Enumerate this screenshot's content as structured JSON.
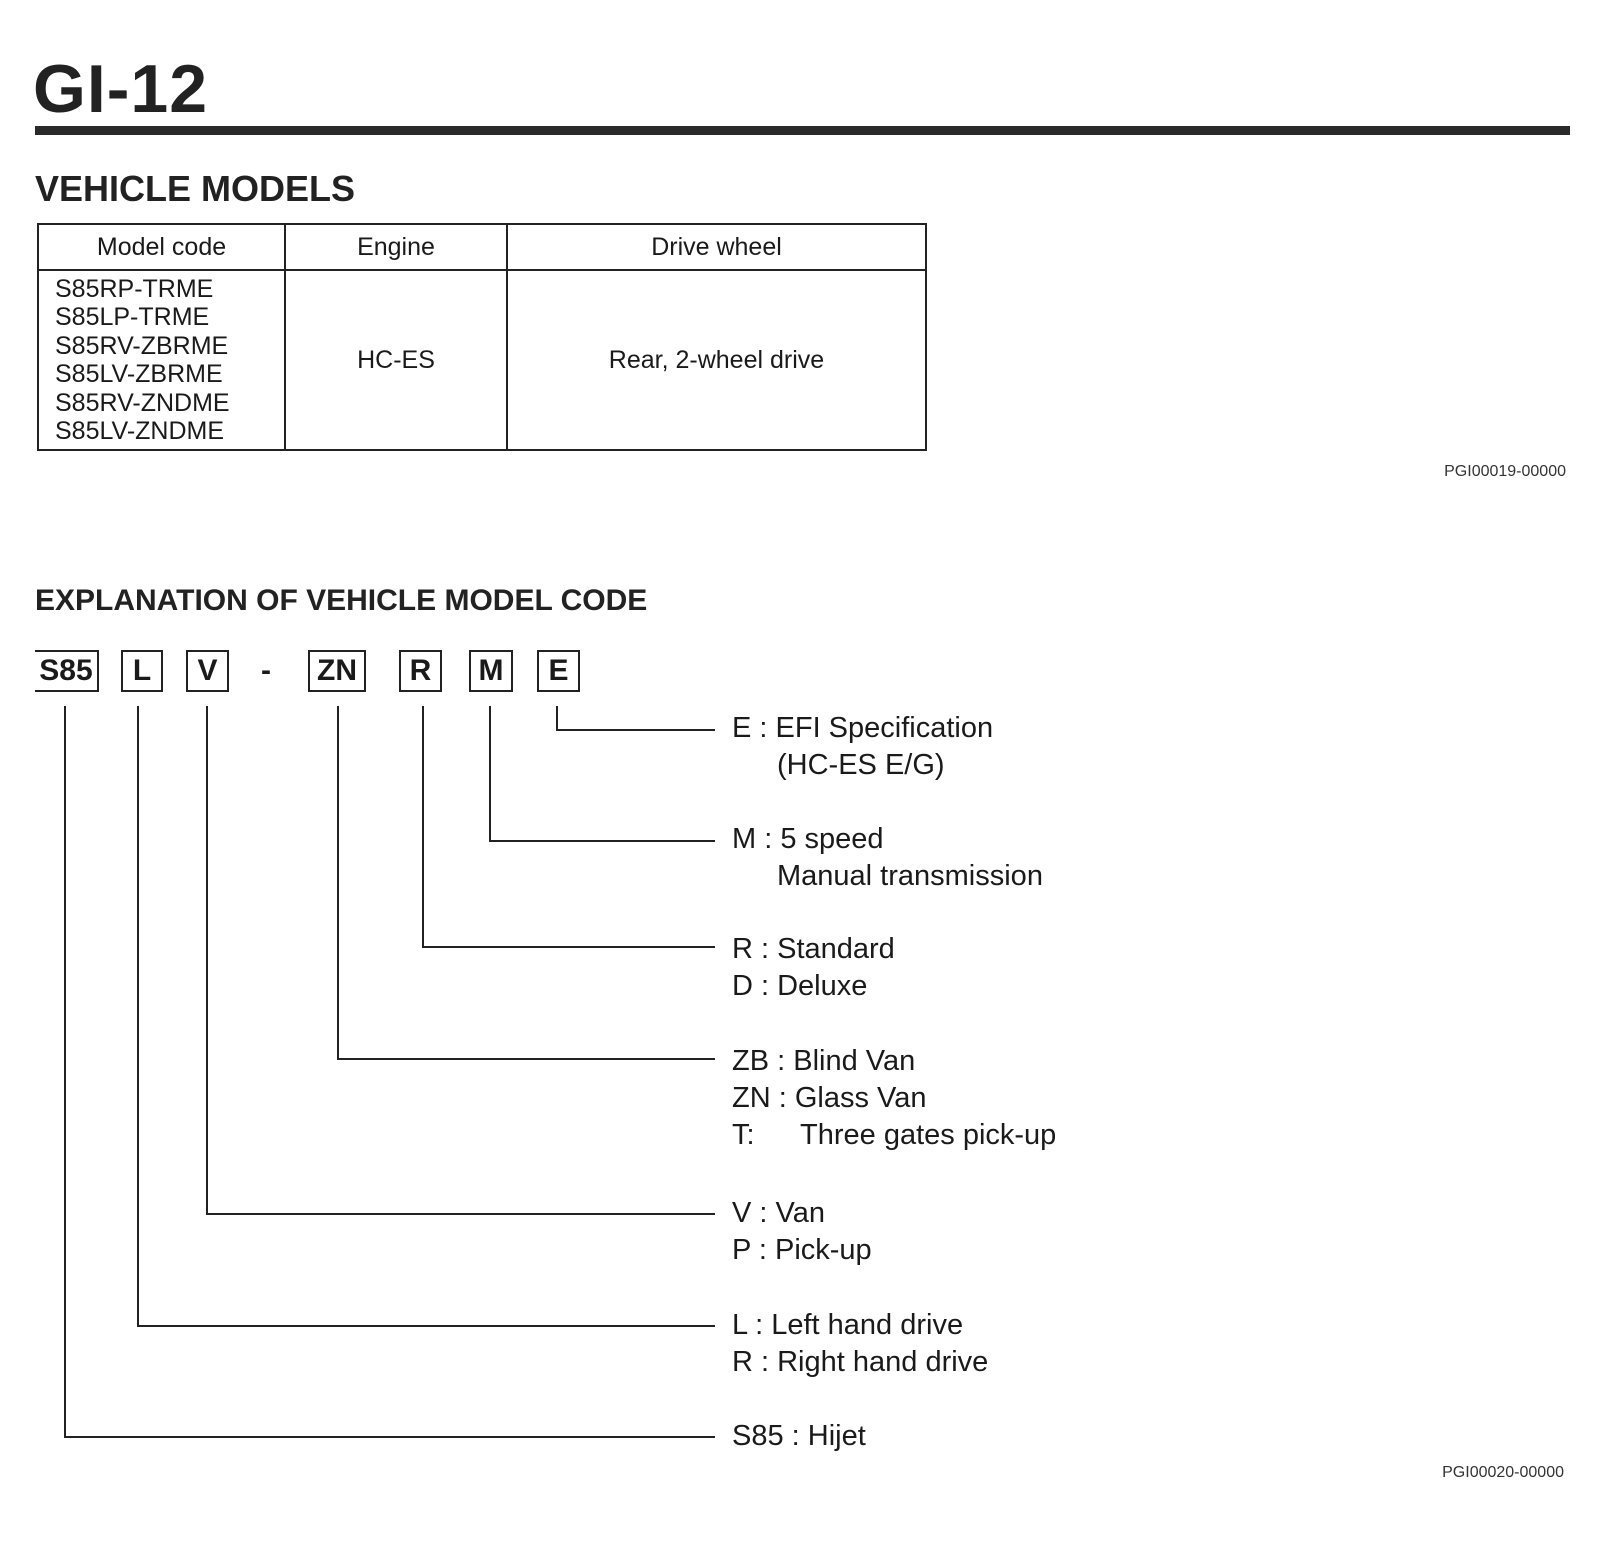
{
  "page_number": "GI-12",
  "vehicle_models": {
    "title": "VEHICLE MODELS",
    "headers": [
      "Model code",
      "Engine",
      "Drive wheel"
    ],
    "model_codes": [
      "S85RP-TRME",
      "S85LP-TRME",
      "S85RV-ZBRME",
      "S85LV-ZBRME",
      "S85RV-ZNDME",
      "S85LV-ZNDME"
    ],
    "engine": "HC-ES",
    "drive_wheel": "Rear, 2-wheel drive",
    "ref": "PGI00019-00000"
  },
  "explanation": {
    "title": "EXPLANATION OF VEHICLE MODEL CODE",
    "code_parts": [
      "S85",
      "L",
      "V",
      "-",
      "ZN",
      "R",
      "M",
      "E"
    ],
    "labels": {
      "e": [
        "E : EFI Specification",
        "(HC-ES E/G)"
      ],
      "m": [
        "M : 5 speed",
        "Manual transmission"
      ],
      "r": [
        "R : Standard",
        "D : Deluxe"
      ],
      "zn": [
        "ZB : Blind Van",
        "ZN : Glass Van",
        "T:",
        "Three gates pick-up"
      ],
      "v": [
        "V : Van",
        "P : Pick-up"
      ],
      "l": [
        "L : Left hand drive",
        "R : Right hand drive"
      ],
      "s85": [
        "S85 : Hijet"
      ]
    },
    "ref": "PGI00020-00000"
  }
}
